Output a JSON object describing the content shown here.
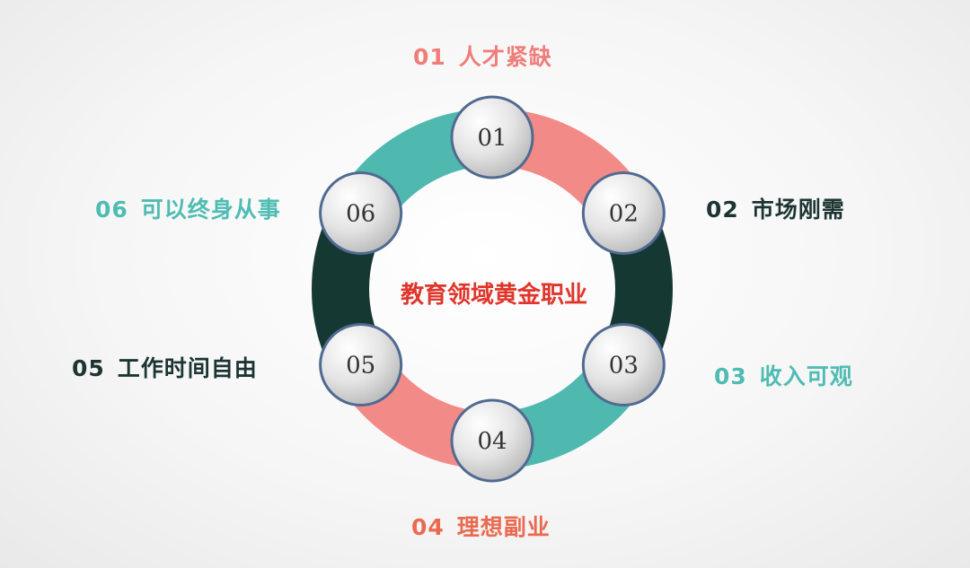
{
  "center_title": "教育领域黄金职业",
  "colors": {
    "pink": "#f28b88",
    "teal": "#4fb9b0",
    "dark": "#163832",
    "node_border": "#506a92",
    "center_text": "#e0352b"
  },
  "segments": [
    "teal",
    "pink",
    "dark",
    "teal",
    "pink",
    "dark"
  ],
  "nodes": [
    {
      "num": "01",
      "text": "人才紧缺",
      "color": "#ef7d7a"
    },
    {
      "num": "02",
      "text": "市场刚需",
      "color": "#1d3532"
    },
    {
      "num": "03",
      "text": "收入可观",
      "color": "#4fbcb3"
    },
    {
      "num": "04",
      "text": "理想副业",
      "color": "#ea6a50"
    },
    {
      "num": "05",
      "text": "工作时间自由",
      "color": "#1d3532"
    },
    {
      "num": "06",
      "text": "可以终身从事",
      "color": "#4fbcb3"
    }
  ]
}
